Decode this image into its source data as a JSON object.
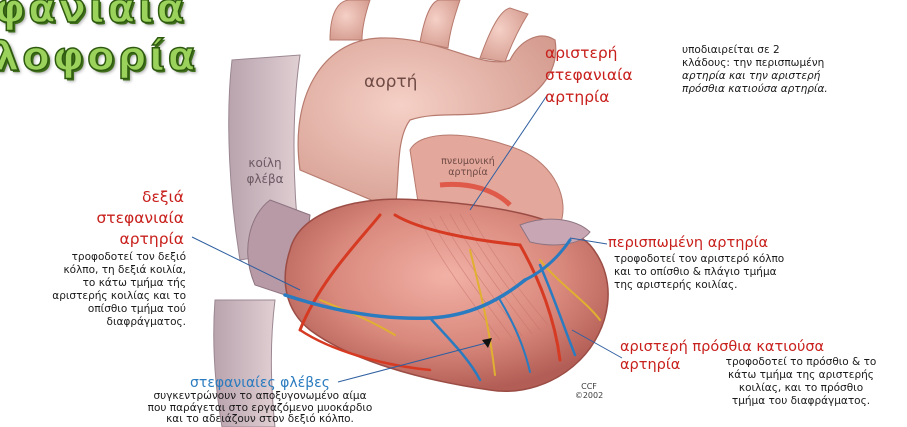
{
  "title": {
    "line1": "φανιαία",
    "line2": "λοφορία"
  },
  "heart_labels": {
    "aorta": "αορτή",
    "vena_cava": "κοίλη φλέβα",
    "pulmonary_artery": "πνευμονική αρτηρία",
    "copyright": "CCF ©2002"
  },
  "left_coronary": {
    "title_lines": [
      "αριστερή",
      "στεφανιαία",
      "αρτηρία"
    ],
    "desc_lines": [
      "υποδιαιρείται σε 2",
      "κλάδους: την περισπωμένη",
      "αρτηρία και την αριστερή",
      "πρόσθια κατιούσα αρτηρία."
    ]
  },
  "right_coronary": {
    "title_lines": [
      "δεξιά",
      "στεφανιαία",
      "αρτηρία"
    ],
    "desc_lines": [
      "τροφοδοτεί τον δεξιό",
      "κόλπο, τη δεξιά κοιλία,",
      "το κάτω τμήμα τής",
      "αριστερής κοιλίας και το",
      "οπίσθιο τμήμα τού",
      "διαφράγματος."
    ]
  },
  "circumflex": {
    "title": "περισπωμένη αρτηρία",
    "desc_lines": [
      "τροφοδοτεί τον αριστερό κόλπο",
      "και το οπίσθιο & πλάγιο τμήμα",
      "της αριστερής κοιλίας."
    ]
  },
  "lad": {
    "title_line1": "αριστερή πρόσθια κατιούσα",
    "title_line2": "αρτηρία",
    "desc_lines": [
      "τροφοδοτεί το πρόσθιο & το",
      "κάτω τμήμα της αριστερής",
      "κοιλίας, και το πρόσθιο",
      "τμήμα του διαφράγματος."
    ]
  },
  "veins": {
    "title": "στεφανιαίες φλέβες",
    "desc_lines": [
      "συγκεντρώνουν το αποξυγονωμένο αίμα",
      "που παράγεται στο εργαζόμενο μυοκάρδιο",
      "και το αδειάζουν στον δεξιό κόλπο."
    ]
  },
  "colors": {
    "artery_red": "#c8201c",
    "vein_blue": "#2a7bbf",
    "title_green": "#9bd25c"
  }
}
